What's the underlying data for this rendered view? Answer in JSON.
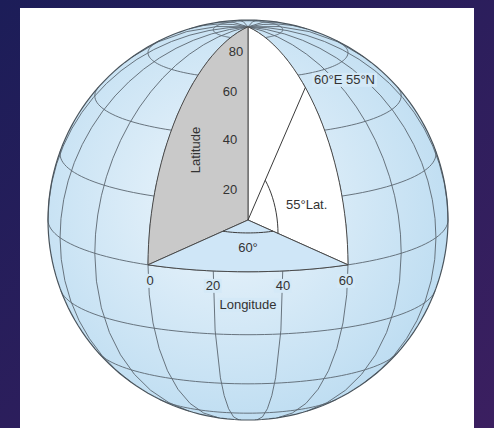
{
  "diagram": {
    "labels": [
      "80",
      "60",
      "40",
      "20",
      "Latitude",
      "60°E 55°N",
      "55°Lat.",
      "60°",
      "0",
      "20",
      "40",
      "60",
      "Longitude"
    ]
  }
}
